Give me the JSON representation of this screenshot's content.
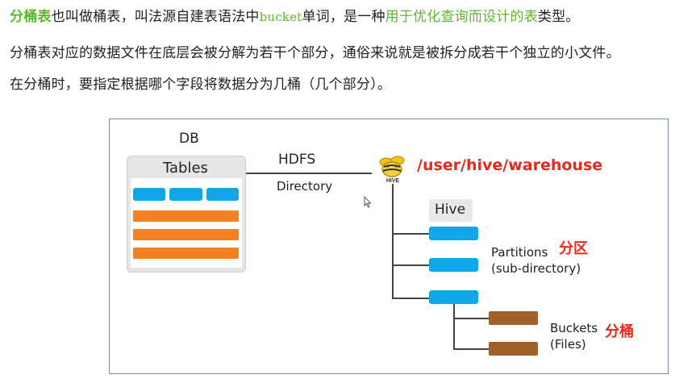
{
  "intro": {
    "line1": {
      "term": "分桶表",
      "t1": "也叫做桶表，叫法源自建表语法中",
      "keyword": "bucket",
      "t2": "单词，是一种",
      "highlight": "用于优化查询而设计的表",
      "t3": "类型。"
    },
    "line2": "分桶表对应的数据文件在底层会被分解为若干个部分，通俗来说就是被拆分成若干个独立的小文件。",
    "line3": "在分桶时，要指定根据哪个字段将数据分为几桶（几个部分）。"
  },
  "diagram": {
    "db_label": "DB",
    "tables_label": "Tables",
    "hdfs_label": "HDFS",
    "directory_label": "Directory",
    "hive_logo_text": "HIVE",
    "warehouse_path": "/user/hive/warehouse",
    "hive_label": "Hive",
    "partitions_label": "Partitions",
    "subdir_label": "(sub-directory)",
    "partitions_cn": "分区",
    "buckets_label": "Buckets",
    "files_label": "(Files)",
    "buckets_cn": "分桶",
    "colors": {
      "blue": "#0fa7e8",
      "orange": "#f58220",
      "brown": "#a0612a",
      "red": "#e8291c",
      "green": "#5cb82a"
    }
  }
}
